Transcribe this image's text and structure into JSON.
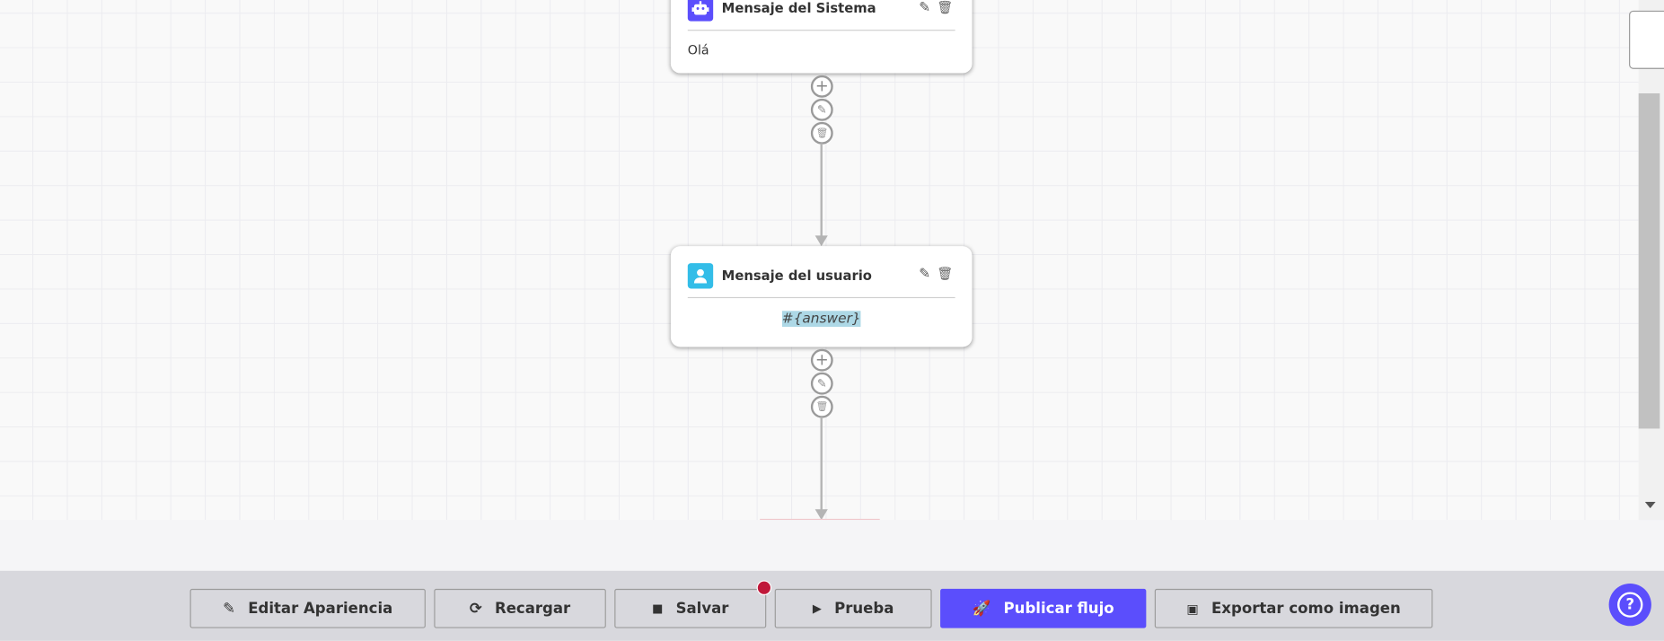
{
  "nodes": [
    {
      "title": "Mensaje del Sistema",
      "type": "system",
      "icon": "robot-icon",
      "icon_color": "#5b4efc",
      "content": "Olá"
    },
    {
      "title": "Mensaje del usuario",
      "type": "user",
      "icon": "user-icon",
      "icon_color": "#33bde8",
      "content": "#{answer}"
    }
  ],
  "toolbar": {
    "edit_appearance": "Editar Apariencia",
    "reload": "Recargar",
    "save": "Salvar",
    "test": "Prueba",
    "publish": "Publicar flujo",
    "export": "Exportar como imagen"
  },
  "colors": {
    "accent": "#5b4efc",
    "unsaved_dot": "#c0183a",
    "highlight": "#add8e6"
  },
  "help": "?"
}
